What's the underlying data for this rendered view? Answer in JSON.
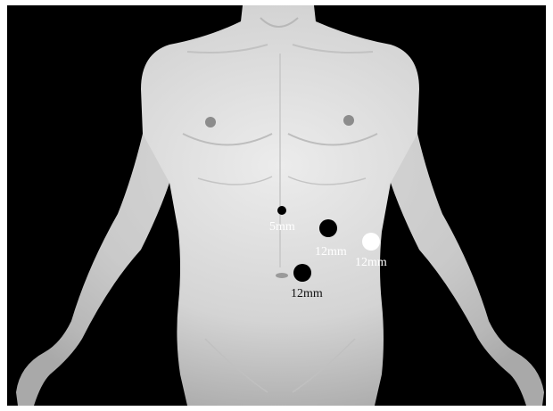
{
  "figure": {
    "background_color": "#000000",
    "body_color": "#dcdcdc",
    "ports": [
      {
        "label": "5mm",
        "fill": "#000000",
        "label_color": "#ffffff"
      },
      {
        "label": "12mm",
        "fill": "#000000",
        "label_color": "#ffffff"
      },
      {
        "label": "12mm",
        "fill": "#ffffff",
        "label_color": "#ffffff"
      },
      {
        "label": "12mm",
        "fill": "#000000",
        "label_color": "#111111"
      }
    ]
  }
}
